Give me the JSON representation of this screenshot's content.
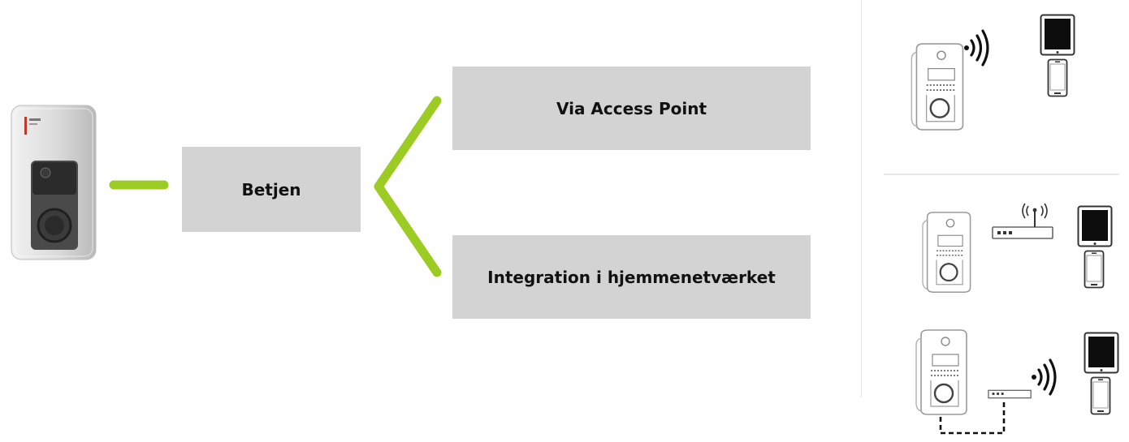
{
  "diagram": {
    "node_main": "Betjen",
    "node_access_point": "Via Access Point",
    "node_home_network": "Integration i hjemmenetværket"
  },
  "colors": {
    "connector": "#9ccc24",
    "box": "#d3d3d3",
    "text": "#111111"
  },
  "icons": [
    "charger-icon",
    "wifi-signal-icon",
    "tablet-icon",
    "smartphone-icon",
    "router-icon",
    "ethernet-cable-icon"
  ]
}
